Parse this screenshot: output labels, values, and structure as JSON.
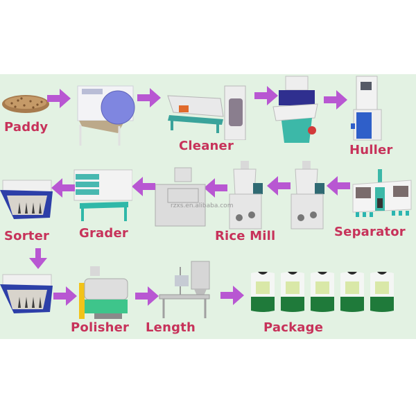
{
  "diagram": {
    "title": "Rice processing flow",
    "colors": {
      "background": "#ffffff",
      "panel": "#e3f2e3",
      "label": "#c7325a",
      "arrow": "#b857d2"
    },
    "steps": [
      {
        "id": "paddy",
        "label": "Paddy",
        "icon": "paddy-grain-icon"
      },
      {
        "id": "pre-cleaner",
        "label": "",
        "icon": "drum-cleaner-icon"
      },
      {
        "id": "cleaner",
        "label": "Cleaner",
        "icon": "vibrating-cleaner-icon"
      },
      {
        "id": "destoner",
        "label": "",
        "icon": "destoner-icon"
      },
      {
        "id": "huller",
        "label": "Huller",
        "icon": "huller-icon"
      },
      {
        "id": "separator",
        "label": "Separator",
        "icon": "paddy-separator-icon"
      },
      {
        "id": "rice-mill-1",
        "label": "",
        "icon": "rice-mill-icon"
      },
      {
        "id": "rice-mill-2",
        "label": "Rice Mill",
        "icon": "rice-mill-icon"
      },
      {
        "id": "rice-mill-3",
        "label": "",
        "icon": "horizontal-mill-icon"
      },
      {
        "id": "grader",
        "label": "Grader",
        "icon": "grader-icon"
      },
      {
        "id": "sorter",
        "label": "Sorter",
        "icon": "color-sorter-icon"
      },
      {
        "id": "sorter-2",
        "label": "",
        "icon": "color-sorter-icon"
      },
      {
        "id": "polisher",
        "label": "Polisher",
        "icon": "polisher-icon"
      },
      {
        "id": "length",
        "label": "Length",
        "icon": "packing-machine-icon"
      },
      {
        "id": "package",
        "label": "Package",
        "icon": "rice-bag-icon"
      }
    ],
    "watermark": "rzxs.en.alibaba.com",
    "package_count": 5
  }
}
